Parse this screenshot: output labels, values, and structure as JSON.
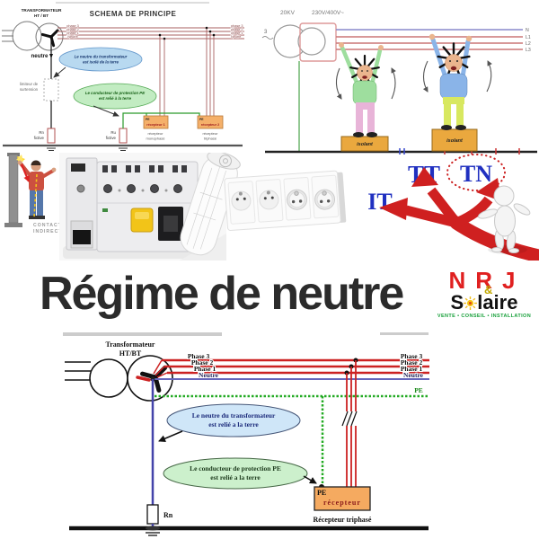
{
  "title": "Régime de neutre",
  "logo": {
    "nrj": "NRJ",
    "amp": "&",
    "sol_prefix": "S",
    "sol_suffix": "laire",
    "tagline": "VENTE • CONSEIL • INSTALLATION"
  },
  "schema_principe": {
    "heading": "SCHEMA DE PRINCIPE",
    "transfo_line1": "TRANSFORMATEUR",
    "transfo_line2": "HT / BT",
    "neutre_label": "neutre",
    "phases_mid": [
      "phase 3",
      "phase 2",
      "phase 1",
      "Neutre"
    ],
    "phases_right": [
      "phase 3",
      "phase 2",
      "phase 1",
      "Neutre"
    ],
    "limiteur_line1": "limiteur de",
    "limiteur_line2": "surtension",
    "bubble_blue_l1": "Le neutre du transformateur",
    "bubble_blue_l2": "est isolé de la terre",
    "bubble_green_l1": "Le conducteur de protection PE",
    "bubble_green_l2": "est relié à la terre",
    "rn_label": "Rn",
    "rn_sub": "fictive",
    "ru_label": "Ru",
    "ru_sub": "fictive",
    "box1_pe": "PE",
    "box1_name": "récepteur 1",
    "box1_cap1": "récepteur",
    "box1_cap2": "monophasé",
    "box2_pe": "PE",
    "box2_name": "récepteur 2",
    "box2_cap1": "récepteur",
    "box2_cap2": "triphasé"
  },
  "cartoon": {
    "kv": "20KV",
    "voltage": "230V/400V~",
    "three": "3",
    "wires": [
      "N",
      "L1",
      "L2",
      "L3"
    ],
    "isolant_left": "isolant",
    "isolant_right": "isolant"
  },
  "middle": {
    "contact_l1": "CONTACT",
    "contact_l2": "INDIRECT",
    "tt": "TT",
    "tn": "TN",
    "it": "IT"
  },
  "schema_tt": {
    "transfo_line1": "Transformateur",
    "transfo_line2": "HT/BT",
    "phases_mid": [
      "Phase 3",
      "Phase 2",
      "Phase 1",
      "Neutre"
    ],
    "phases_right": [
      "Phase 3",
      "Phase 2",
      "Phase 1",
      "Neutre"
    ],
    "pe_label": "PE",
    "bubble_blue_l1": "Le neutre du transformateur",
    "bubble_blue_l2": "est relié a la terre",
    "bubble_green_l1": "Le conducteur de protection PE",
    "bubble_green_l2": "est relié a la terre",
    "rn_label": "Rn",
    "box_pe": "PE",
    "box_name": "récepteur",
    "box_caption": "Récepteur triphasé"
  },
  "colors": {
    "title_text": "#2b2b2b",
    "logo_red": "#e02020",
    "logo_green": "#17a03a",
    "logo_amp_yellow": "#c0a800",
    "phase_red": "#cc2222",
    "neutral_blue": "#6666bb",
    "pe_green": "#22aa22",
    "receptor_orange": "#f5aa60",
    "bubble_blue": "#cfe6f8",
    "bubble_green": "#ccf0cc",
    "tt_tn_it_blue": "#2030c0",
    "fork_arrow_red": "#cf2020",
    "isolant_orange": "#eaa83e"
  }
}
